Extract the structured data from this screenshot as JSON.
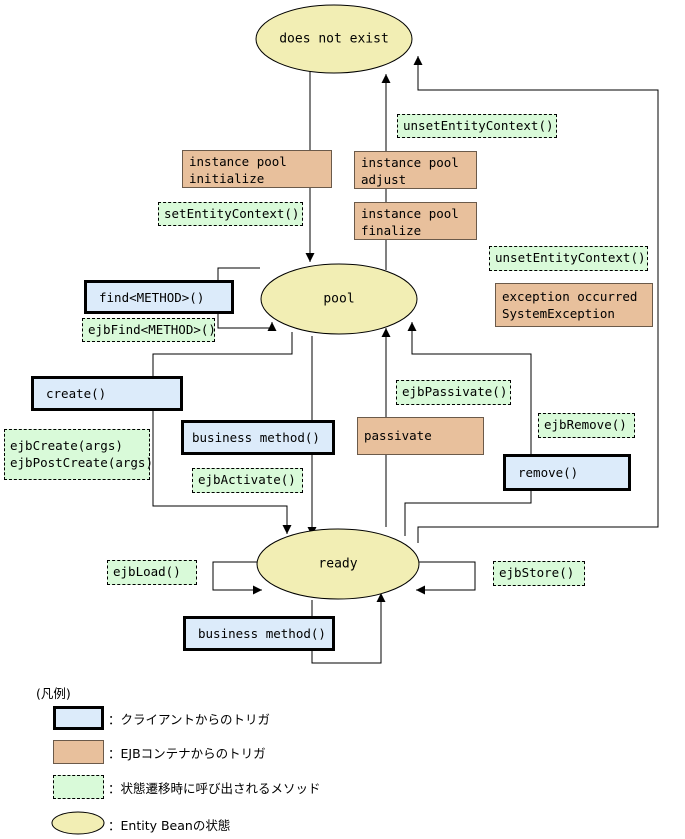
{
  "states": {
    "does_not_exist": "does not exist",
    "pool": "pool",
    "ready": "ready"
  },
  "ejb_triggers": {
    "instance_pool_initialize": "instance pool\ninitialize",
    "instance_pool_adjust": "instance pool\nadjust",
    "instance_pool_finalize": "instance pool\nfinalize",
    "exception_occurred": "exception occurred\nSystemException",
    "passivate": "passivate"
  },
  "client_triggers": {
    "find_method": "find<METHOD>()",
    "create": "create()",
    "business_method_upper": "business method()",
    "remove": "remove()",
    "business_method_lower": "business method()"
  },
  "callbacks": {
    "unset_entity_context_top": "unsetEntityContext()",
    "set_entity_context": "setEntityContext()",
    "unset_entity_context_right": "unsetEntityContext()",
    "ejb_find_method": "ejbFind<METHOD>()",
    "ejb_create": "ejbCreate(args)\nejbPostCreate(args)",
    "ejb_passivate": "ejbPassivate()",
    "ejb_remove": "ejbRemove()",
    "ejb_activate": "ejbActivate()",
    "ejb_load": "ejbLoad()",
    "ejb_store": "ejbStore()"
  },
  "legend": {
    "title": "(凡例)",
    "client": "：クライアントからのトリガ",
    "ejb": "：EJBコンテナからのトリガ",
    "method": "：状態遷移時に呼び出されるメソッド",
    "state": "：Entity Beanの状態"
  },
  "colors": {
    "client_fill": "#dcebfa",
    "ejb_fill": "#e8c09c",
    "method_fill": "#d9fad9",
    "state_fill": "#f2eeb4"
  }
}
